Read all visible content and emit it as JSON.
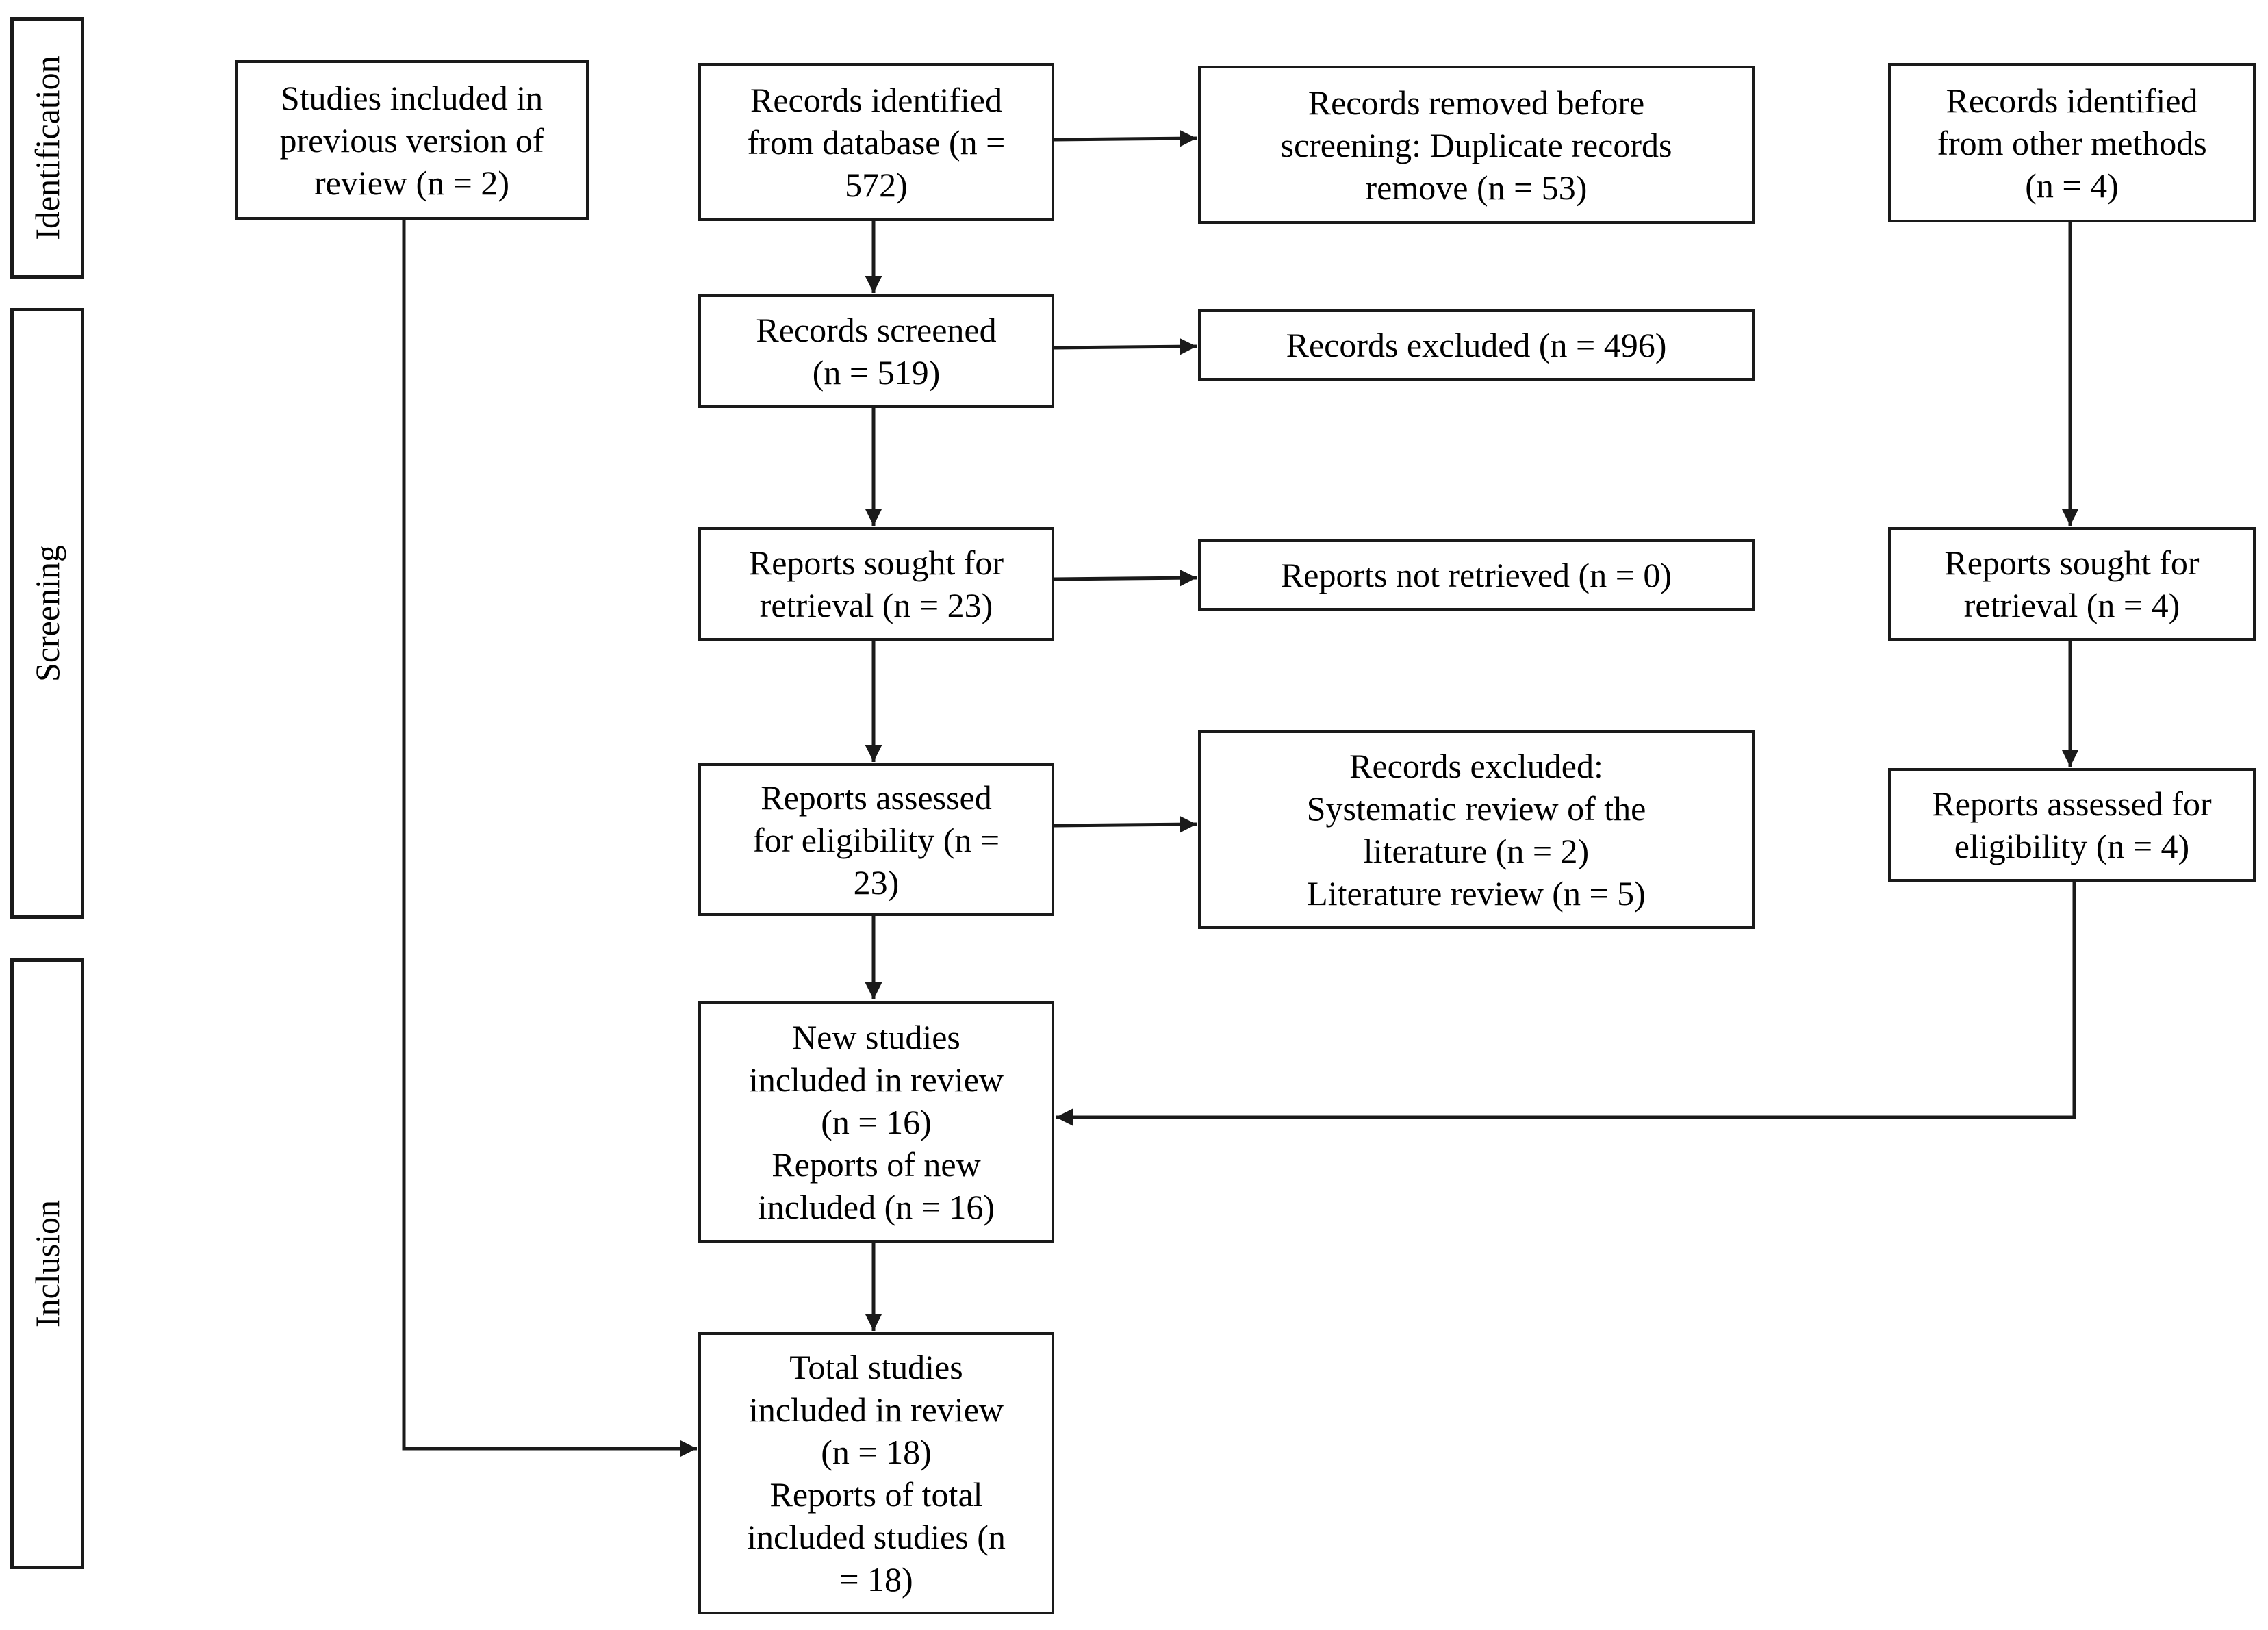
{
  "stages": {
    "identification": "Identification",
    "screening": "Screening",
    "inclusion": "Inclusion"
  },
  "boxes": {
    "previous_studies": [
      "Studies included in",
      "previous version of",
      "review (n = 2)"
    ],
    "records_identified_database": [
      "Records identified",
      "from database (n =",
      "572)"
    ],
    "records_removed": [
      "Records removed before",
      "screening: Duplicate records",
      "remove (n = 53)"
    ],
    "records_identified_other": [
      "Records identified",
      "from other methods",
      "(n = 4)"
    ],
    "records_screened": [
      "Records screened",
      "(n = 519)"
    ],
    "records_excluded": [
      "Records excluded (n = 496)"
    ],
    "reports_sought": [
      "Reports sought for",
      "retrieval (n = 23)"
    ],
    "reports_not_retrieved": [
      "Reports not retrieved (n = 0)"
    ],
    "reports_sought_other": [
      "Reports sought for",
      "retrieval (n = 4)"
    ],
    "reports_assessed": [
      "Reports assessed",
      "for eligibility (n =",
      "23)"
    ],
    "records_excluded_eligibility": [
      "Records excluded:",
      "Systematic review of the",
      "literature (n = 2)",
      "Literature review (n = 5)"
    ],
    "reports_assessed_other": [
      "Reports assessed for",
      "eligibility (n = 4)"
    ],
    "new_studies": [
      "New studies",
      "included in review",
      "(n = 16)",
      "Reports of new",
      "included (n = 16)"
    ],
    "total_studies": [
      "Total studies",
      "included in review",
      "(n = 18)",
      "Reports of total",
      "included studies (n",
      "= 18)"
    ]
  }
}
